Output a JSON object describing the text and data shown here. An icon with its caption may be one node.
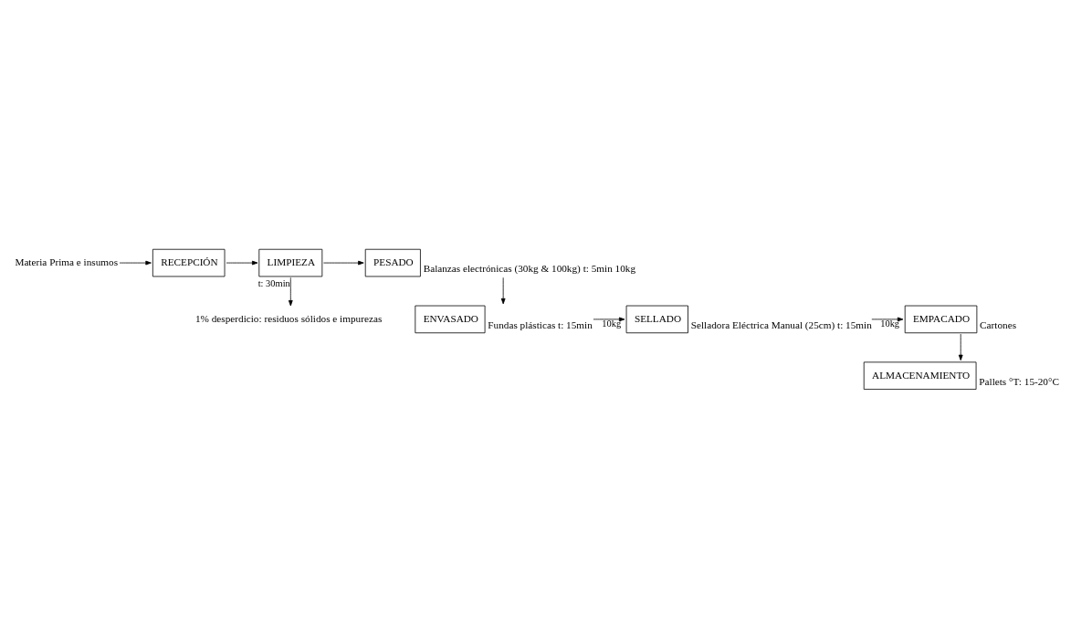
{
  "diagram": {
    "nodes": [
      {
        "text": [
          "Materia Prima e insumos"
        ]
      },
      {
        "text": [
          "RECEPCIÓN"
        ]
      },
      {
        "text": [
          "LIMPIEZA"
        ]
      },
      {
        "text": [
          "PESADO"
        ],
        "beside": [
          "Balanzas electrónicas (30kg & 100kg) t: 5min 10kg"
        ]
      },
      {
        "text": [
          "1% desperdicio: residuos sólidos e impurezas"
        ]
      },
      {
        "text": [
          "ENVASADO"
        ],
        "beside": [
          "Fundas plásticas t: 15min"
        ]
      },
      {
        "text": [
          "SELLADO"
        ],
        "beside": [
          "Selladora Eléctrica Manual (25cm) t: 15min"
        ]
      },
      {
        "text": [
          "EMPACADO"
        ],
        "beside": [
          "Cartones"
        ]
      },
      {
        "text": [
          "ALMACENAMIENTO"
        ],
        "beside": [
          "Pallets °T: 15-20°C"
        ]
      }
    ],
    "edges": [
      {
        "from": 0,
        "to": 1,
        "arrow": "to"
      },
      {
        "from": 1,
        "to": 2,
        "arrow": "to"
      },
      {
        "from": 2,
        "to": 3,
        "arrow": "to"
      },
      {
        "from": 2,
        "to": 4,
        "arrow": "to",
        "label": "t: 30min"
      },
      {
        "from": 3,
        "to": 5,
        "arrow": "to"
      },
      {
        "from": 5,
        "to": 6,
        "arrow": "to",
        "label": "10kg"
      },
      {
        "from": 6,
        "to": 7,
        "arrow": "to",
        "label": "10kg"
      },
      {
        "from": 7,
        "to": 8,
        "arrow": "to"
      }
    ]
  }
}
